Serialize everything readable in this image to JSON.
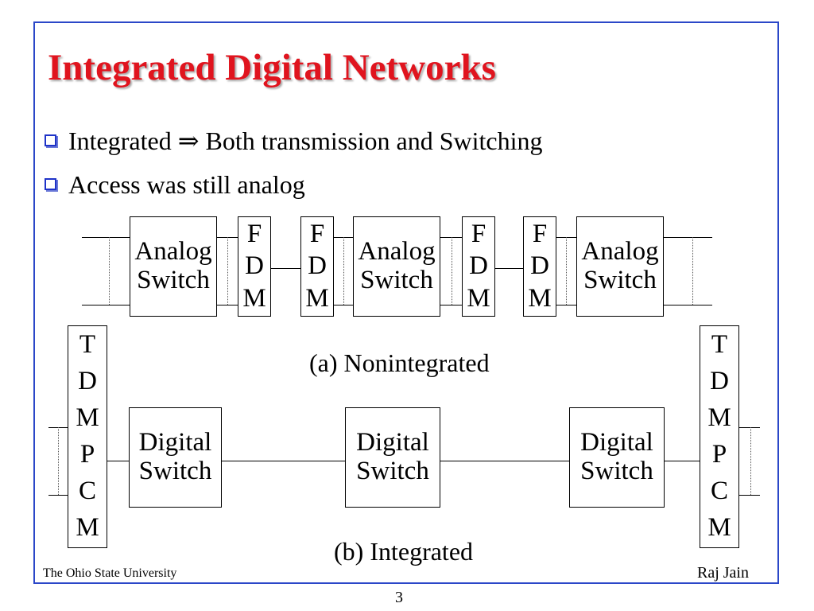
{
  "title": "Integrated Digital Networks",
  "bullets": [
    "Integrated ⇒ Both transmission and Switching",
    "Access was still analog"
  ],
  "diagram_a": {
    "caption": "(a) Nonintegrated",
    "analog_label": [
      "Analog",
      "Switch"
    ],
    "fdm_letters": [
      "F",
      "D",
      "M"
    ]
  },
  "diagram_b": {
    "caption": "(b) Integrated",
    "digital_label": [
      "Digital",
      "Switch"
    ],
    "tdm_letters": [
      "T",
      "D",
      "M",
      "P",
      "C",
      "M"
    ]
  },
  "footer": {
    "left": "The Ohio State University",
    "right": "Raj Jain"
  },
  "page_number": "3"
}
